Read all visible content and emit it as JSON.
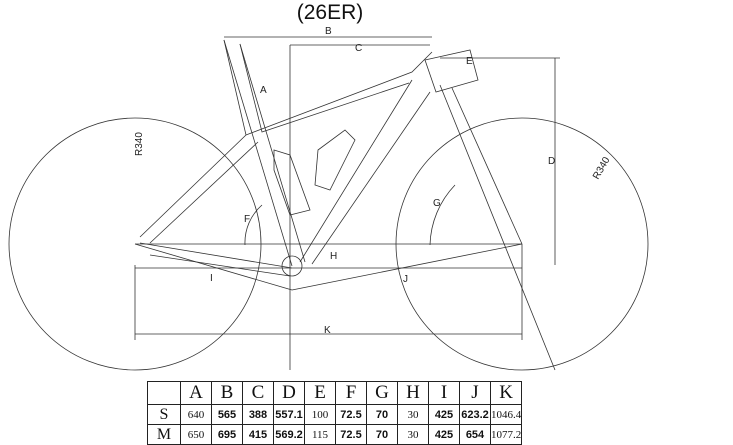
{
  "title": "(26ER)",
  "dimension_labels": [
    "A",
    "B",
    "C",
    "D",
    "E",
    "F",
    "G",
    "H",
    "I",
    "J",
    "K"
  ],
  "radius_labels": [
    "R340",
    "R340"
  ],
  "geometry_table": {
    "columns": [
      "A",
      "B",
      "C",
      "D",
      "E",
      "F",
      "G",
      "H",
      "I",
      "J",
      "K"
    ],
    "rows": [
      {
        "size": "S",
        "values": [
          "640",
          "565",
          "388",
          "557.1",
          "100",
          "72.5",
          "70",
          "30",
          "425",
          "623.2",
          "1046.4"
        ]
      },
      {
        "size": "M",
        "values": [
          "650",
          "695",
          "415",
          "569.2",
          "115",
          "72.5",
          "70",
          "30",
          "425",
          "654",
          "1077.2"
        ]
      }
    ]
  }
}
